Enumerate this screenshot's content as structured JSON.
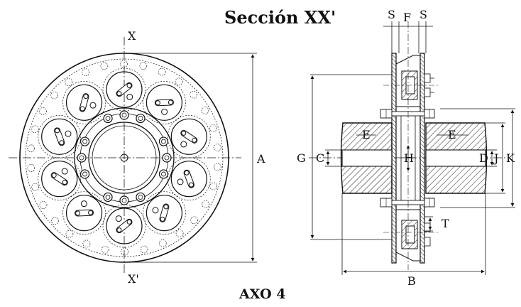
{
  "title": "Sección XX'",
  "bottom_label": "AXO 4",
  "front_view": {
    "axis_top": "X",
    "axis_bottom": "X'",
    "dim_outer": "A"
  },
  "section_view": {
    "dims": {
      "S_left": "S",
      "F": "F",
      "S_right": "S",
      "G": "G",
      "C": "C",
      "E_left": "E",
      "H": "H",
      "E_right": "E",
      "D": "D",
      "J": "J",
      "K": "K",
      "T": "T",
      "B": "B"
    }
  }
}
